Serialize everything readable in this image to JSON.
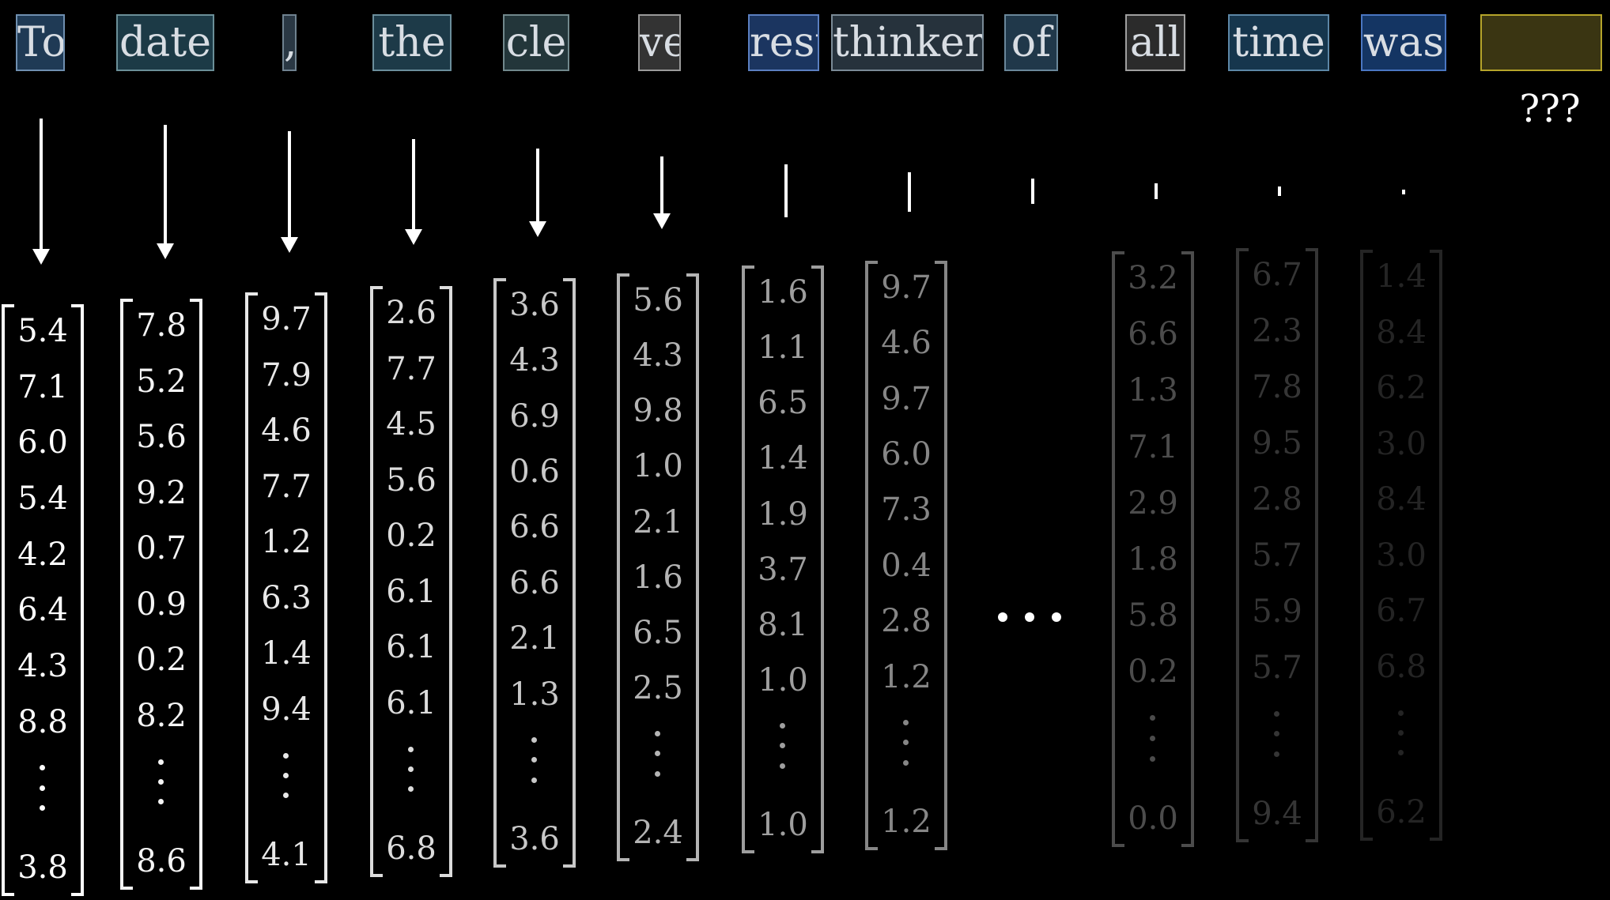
{
  "tokens": [
    {
      "text": "To",
      "bg": "#1f3a55",
      "border": "#6f8fb0"
    },
    {
      "text": "date",
      "bg": "#1c3a46",
      "border": "#6b8f98"
    },
    {
      "text": ",",
      "bg": "#2a3844",
      "border": "#6f8290"
    },
    {
      "text": "the",
      "bg": "#1d3a48",
      "border": "#6b8e9c"
    },
    {
      "text": "cle",
      "bg": "#23363a",
      "border": "#71888c"
    },
    {
      "text": "ve",
      "bg": "#333333",
      "border": "#9a9a9a"
    },
    {
      "text": "rest",
      "bg": "#1b3560",
      "border": "#5b7fc0"
    },
    {
      "text": "thinker",
      "bg": "#26323c",
      "border": "#7a8a96"
    },
    {
      "text": "of",
      "bg": "#20384a",
      "border": "#6a879a"
    },
    {
      "text": "all",
      "bg": "#2b2b2b",
      "border": "#a0a0a0"
    },
    {
      "text": "time",
      "bg": "#16364d",
      "border": "#5c87a6"
    },
    {
      "text": "was",
      "bg": "#143563",
      "border": "#4a76c2"
    },
    {
      "text": "",
      "bg": "#3a3512",
      "border": "#b5a42a"
    }
  ],
  "unknown_marker": "???",
  "vectors": [
    {
      "entries": [
        "5.4",
        "7.1",
        "6.0",
        "5.4",
        "4.2",
        "6.4",
        "4.3",
        "8.8"
      ],
      "last": "3.8",
      "shade": "#ffffff"
    },
    {
      "entries": [
        "7.8",
        "5.2",
        "5.6",
        "9.2",
        "0.7",
        "0.9",
        "0.2",
        "8.2"
      ],
      "last": "8.6",
      "shade": "#f4f4f4"
    },
    {
      "entries": [
        "9.7",
        "7.9",
        "4.6",
        "7.7",
        "1.2",
        "6.3",
        "1.4",
        "9.4"
      ],
      "last": "4.1",
      "shade": "#e8e8e8"
    },
    {
      "entries": [
        "2.6",
        "7.7",
        "4.5",
        "5.6",
        "0.2",
        "6.1",
        "6.1",
        "6.1"
      ],
      "last": "6.8",
      "shade": "#dcdcdc"
    },
    {
      "entries": [
        "3.6",
        "4.3",
        "6.9",
        "0.6",
        "6.6",
        "6.6",
        "2.1",
        "1.3"
      ],
      "last": "3.6",
      "shade": "#c8c8c8"
    },
    {
      "entries": [
        "5.6",
        "4.3",
        "9.8",
        "1.0",
        "2.1",
        "1.6",
        "6.5",
        "2.5"
      ],
      "last": "2.4",
      "shade": "#b4b4b4"
    },
    {
      "entries": [
        "1.6",
        "1.1",
        "6.5",
        "1.4",
        "1.9",
        "3.7",
        "8.1",
        "1.0"
      ],
      "last": "1.0",
      "shade": "#9e9e9e"
    },
    {
      "entries": [
        "9.7",
        "4.6",
        "9.7",
        "6.0",
        "7.3",
        "0.4",
        "2.8",
        "1.2"
      ],
      "last": "1.2",
      "shade": "#868686"
    },
    {
      "entries": [
        "3.2",
        "6.6",
        "1.3",
        "7.1",
        "2.9",
        "1.8",
        "5.8",
        "0.2"
      ],
      "last": "0.0",
      "shade": "#4c4c4c"
    },
    {
      "entries": [
        "6.7",
        "2.3",
        "7.8",
        "9.5",
        "2.8",
        "5.7",
        "5.9",
        "5.7"
      ],
      "last": "9.4",
      "shade": "#353535"
    },
    {
      "entries": [
        "1.4",
        "8.4",
        "6.2",
        "3.0",
        "8.4",
        "3.0",
        "6.7",
        "6.8"
      ],
      "last": "6.2",
      "shade": "#242424"
    }
  ],
  "ellipsis_marker": "..."
}
